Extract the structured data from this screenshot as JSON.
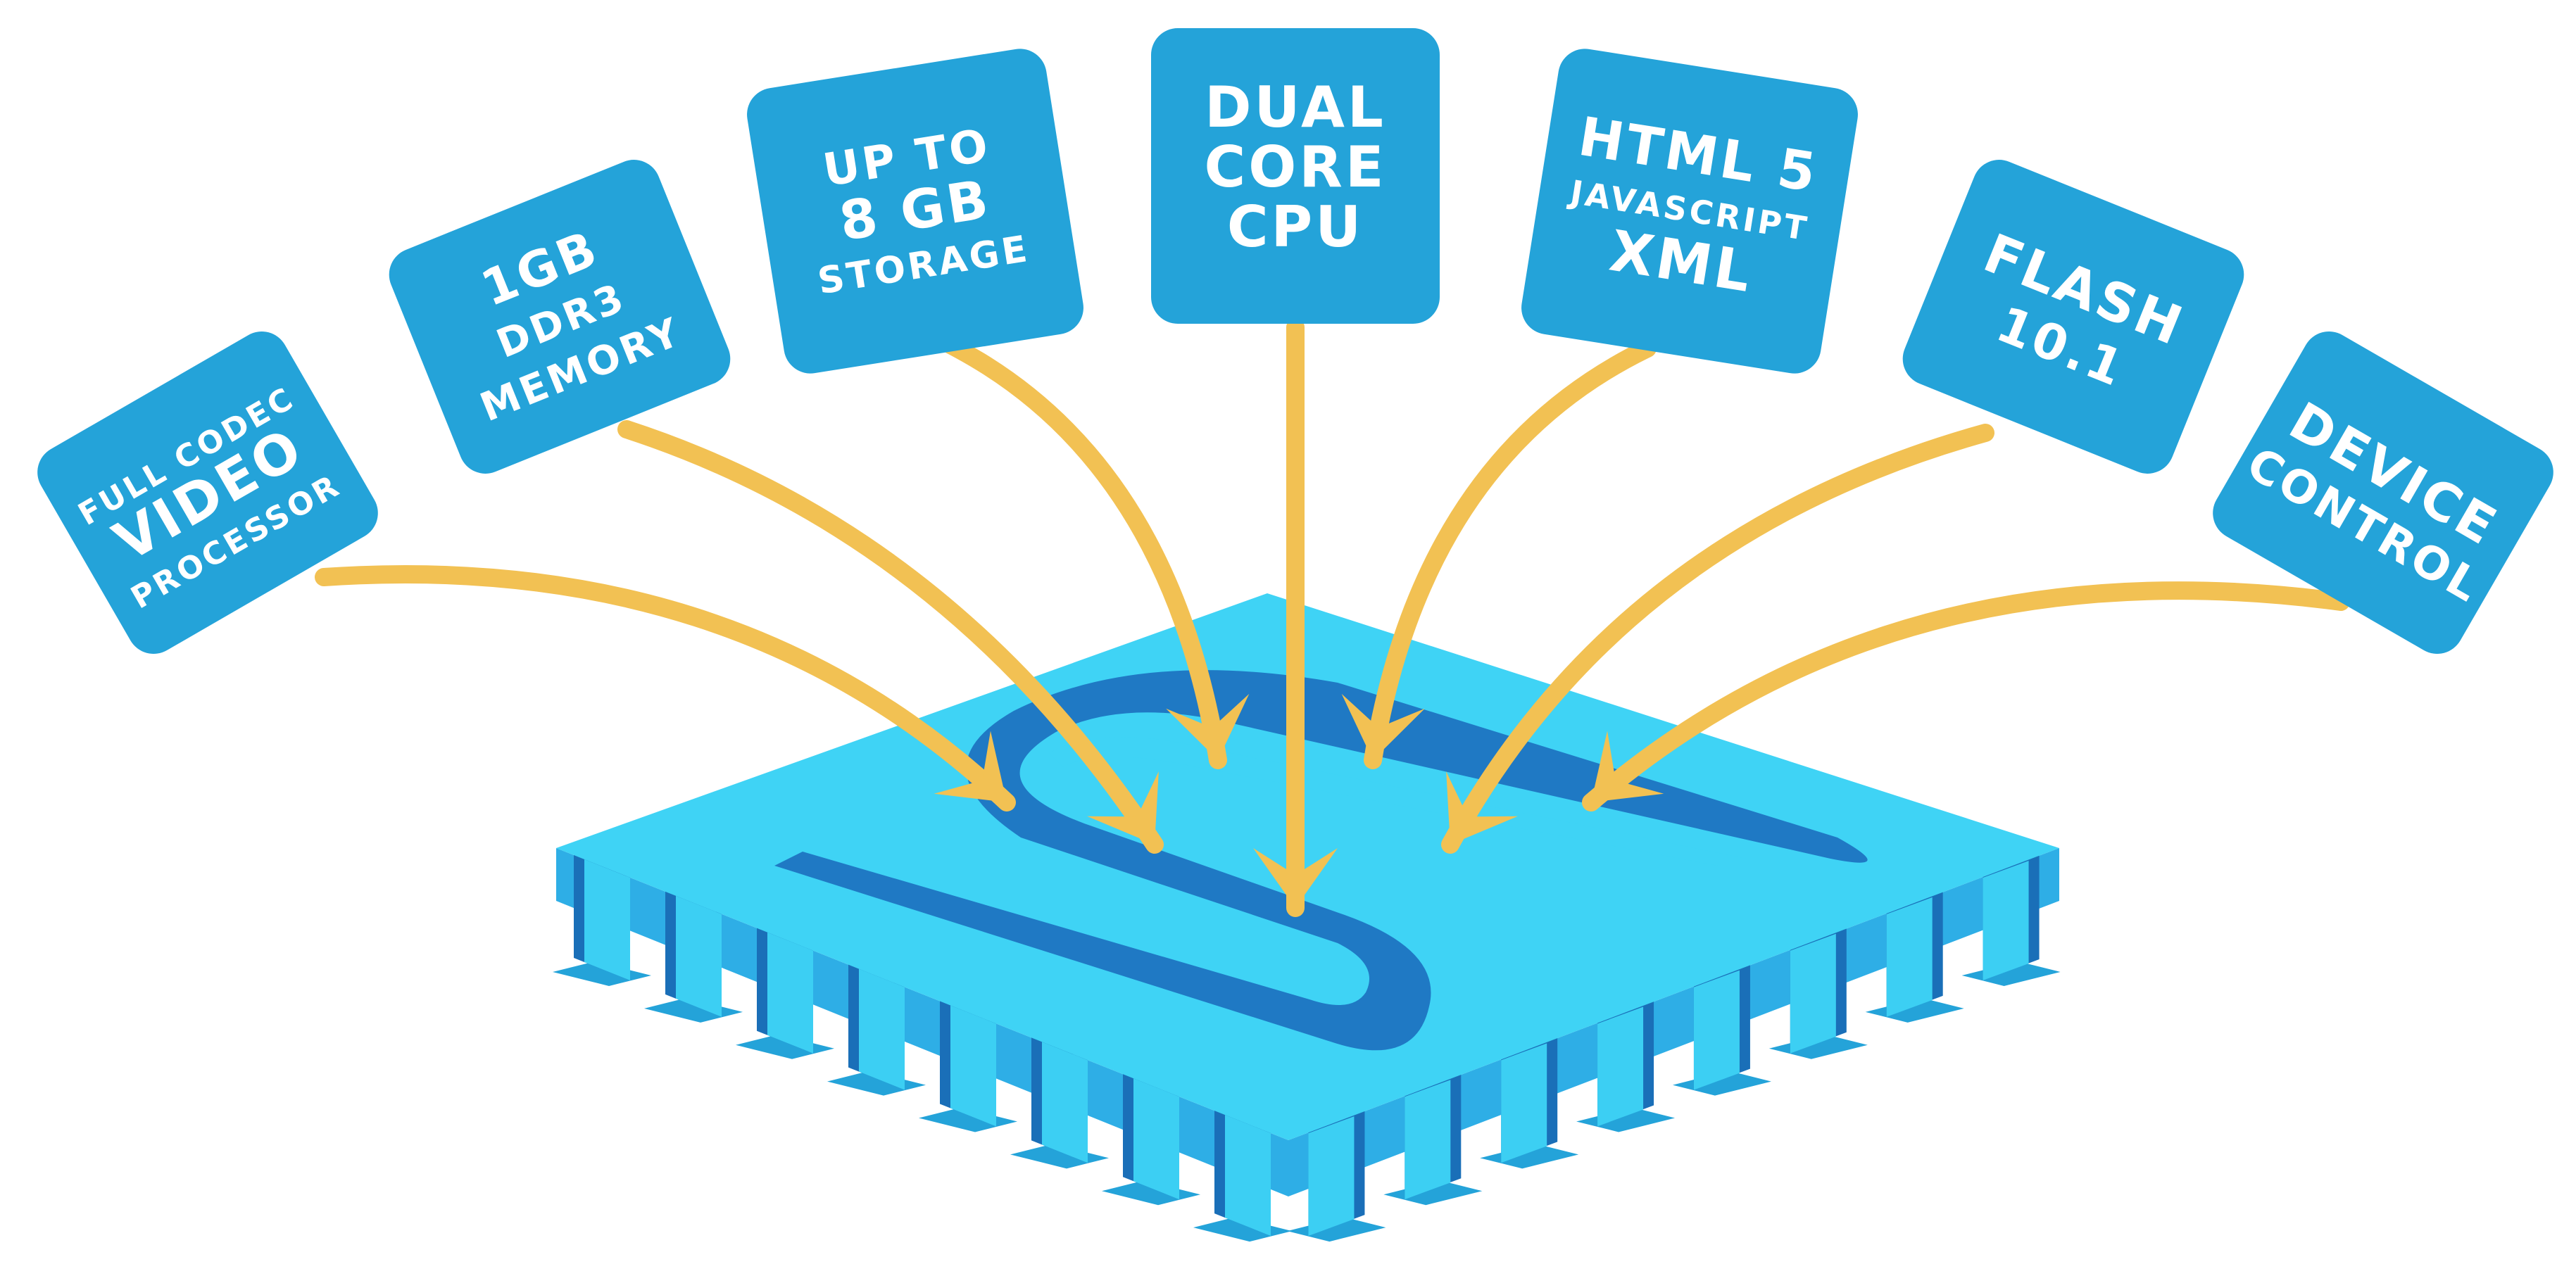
{
  "colors": {
    "card_blue": "#24a3d9",
    "arrow_yellow": "#f2c153",
    "chip_top": "#3fd3f5",
    "chip_logo": "#1f79c4",
    "chip_side": "#2eaee6",
    "pin_front": "#3ccff3",
    "pin_dark": "#1a6fb8",
    "background": "#ffffff"
  },
  "feature_cards": [
    {
      "id": "video",
      "lines": [
        "FULL CODEC",
        "VIDEO",
        "PROCESSOR"
      ]
    },
    {
      "id": "memory",
      "lines": [
        "1GB",
        "DDR3",
        "MEMORY"
      ]
    },
    {
      "id": "storage",
      "lines": [
        "UP TO",
        "8 GB",
        "STORAGE"
      ]
    },
    {
      "id": "cpu",
      "lines": [
        "DUAL",
        "CORE",
        "CPU"
      ]
    },
    {
      "id": "web",
      "lines": [
        "HTML 5",
        "JAVASCRIPT",
        "XML"
      ]
    },
    {
      "id": "flash",
      "lines": [
        "FLASH",
        "10.1"
      ]
    },
    {
      "id": "device",
      "lines": [
        "DEVICE",
        "CONTROL"
      ]
    }
  ],
  "chip": {
    "icon": "chip-logo-icon"
  }
}
